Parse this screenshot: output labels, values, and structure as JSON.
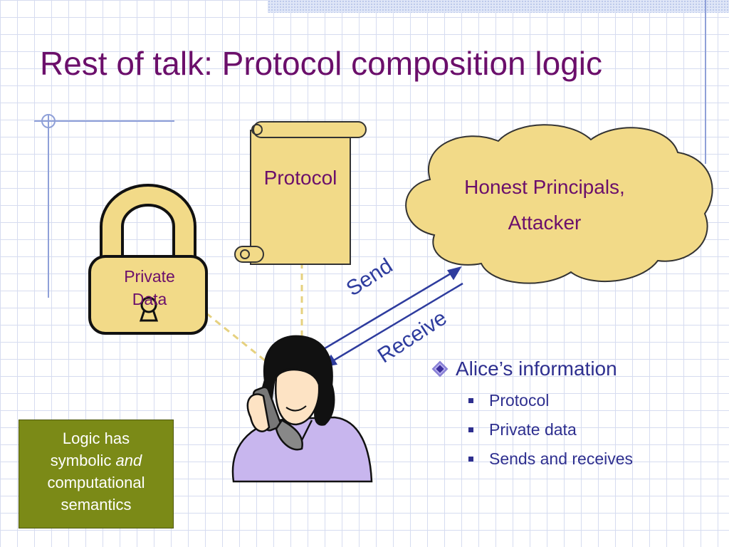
{
  "slide": {
    "title": "Rest of talk: Protocol composition logic"
  },
  "diagram": {
    "scroll_label": "Protocol",
    "cloud_label_line1": "Honest Principals,",
    "cloud_label_line2": "Attacker",
    "lock_label_line1": "Private",
    "lock_label_line2": "Data",
    "send_label": "Send",
    "receive_label": "Receive"
  },
  "info": {
    "heading": "Alice’s information",
    "items": [
      "Protocol",
      "Private data",
      "Sends and receives"
    ]
  },
  "logic_box": {
    "line1": "Logic  has",
    "line2_plain": "symbolic ",
    "line2_italic": "and",
    "line3": "computational",
    "line4": "semantics"
  },
  "colors": {
    "title": "#6b0f6b",
    "shape_fill": "#f2da88",
    "arrow": "#2e3c9e",
    "logic_box": "#7b8a17"
  }
}
